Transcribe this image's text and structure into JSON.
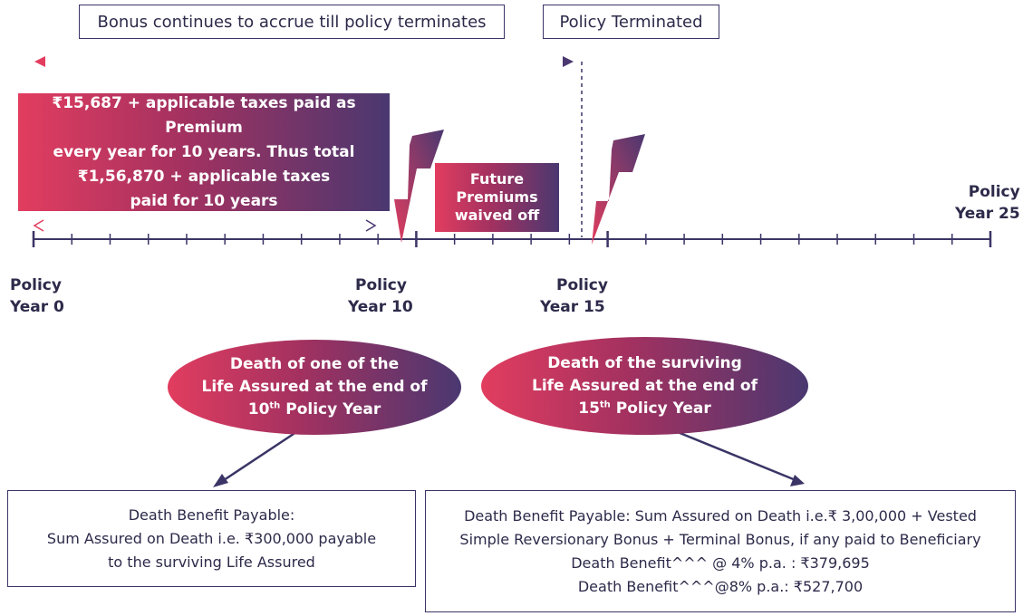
{
  "header": {
    "bonus_note": "Bonus continues to accrue till policy terminates",
    "terminated_note": "Policy Terminated"
  },
  "premium": {
    "line1": "₹15,687 + applicable taxes paid as Premium",
    "line2": "every year for 10 years. Thus total",
    "line3": "₹1,56,870 + applicable taxes",
    "line4": "paid for 10 years"
  },
  "waived": {
    "line1": "Future",
    "line2": "Premiums",
    "line3": "waived off"
  },
  "timeline": {
    "year0": {
      "line1": "Policy",
      "line2": "Year 0"
    },
    "year10": {
      "line1": "Policy",
      "line2": "Year 10"
    },
    "year15": {
      "line1": "Policy",
      "line2": "Year 15"
    },
    "year25": {
      "line1": "Policy",
      "line2": "Year 25"
    },
    "total_years": 25
  },
  "events": {
    "first": {
      "line1": "Death of one of the",
      "line2": "Life Assured at the end of",
      "ordinal_num": "10",
      "ordinal_sup": "th",
      "line3_rest": " Policy Year"
    },
    "second": {
      "line1": "Death of the surviving",
      "line2": "Life Assured at the end of",
      "ordinal_num": "15",
      "ordinal_sup": "th",
      "line3_rest": " Policy Year"
    }
  },
  "results": {
    "first": {
      "line1": "Death Benefit Payable:",
      "line2": "Sum Assured on Death i.e. ₹300,000 payable",
      "line3": "to the surviving Life Assured"
    },
    "second": {
      "line1": "Death Benefit Payable: Sum Assured on Death i.e.₹ 3,00,000 + Vested",
      "line2": "Simple Reversionary Bonus + Terminal Bonus, if any paid to Beneficiary",
      "line3": "Death Benefit^^^ @ 4% p.a. : ₹379,695",
      "line4": "Death Benefit^^^@8% p.a.: ₹527,700"
    }
  },
  "colors": {
    "navy": "#3a3566",
    "pink": "#e23d5f",
    "purple": "#4a3870"
  }
}
